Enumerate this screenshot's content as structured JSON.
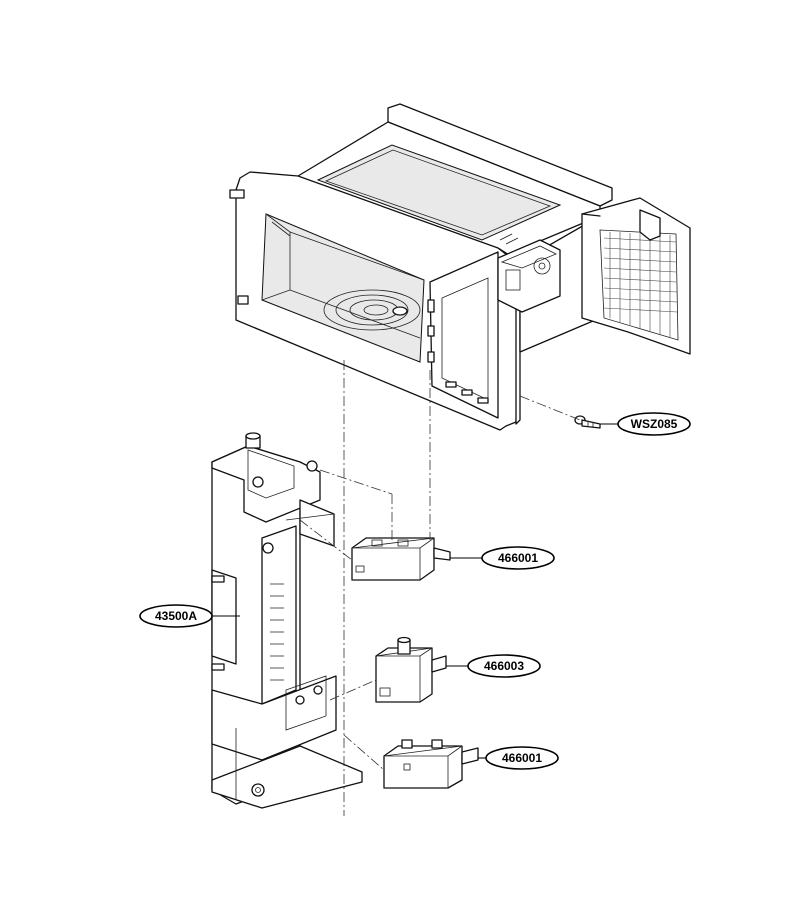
{
  "diagram": {
    "parts": [
      {
        "id": "screw",
        "label": "WSZ085"
      },
      {
        "id": "switch-top",
        "label": "466001"
      },
      {
        "id": "switch-middle",
        "label": "466003"
      },
      {
        "id": "switch-bottom",
        "label": "466001"
      },
      {
        "id": "latch-bracket",
        "label": "43500A"
      }
    ]
  }
}
